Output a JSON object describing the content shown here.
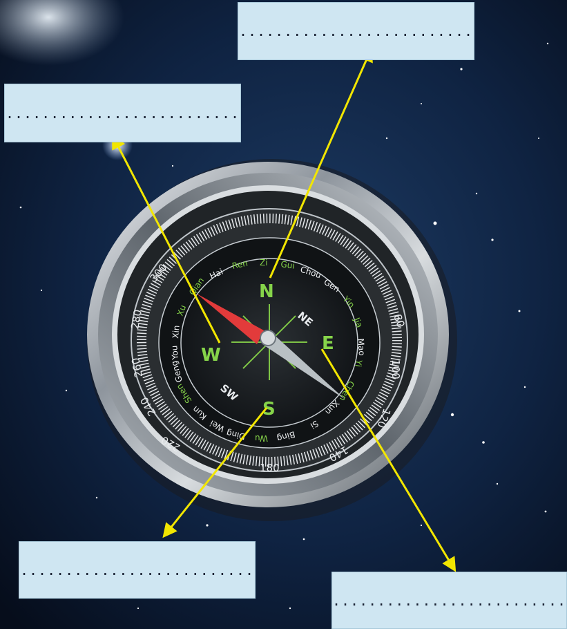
{
  "answer_boxes": {
    "top_left": "..........................",
    "top_right": "..........................",
    "bottom_left": "..........................",
    "bottom_right": ".........................."
  },
  "compass": {
    "cardinals": {
      "north": "N",
      "east": "E",
      "south": "S",
      "west": "W"
    },
    "intercardinals": {
      "ne": "NE",
      "sw": "SW"
    },
    "degree_labels": [
      "300",
      "280",
      "260",
      "240",
      "220",
      "180",
      "140",
      "120",
      "100",
      "80"
    ],
    "ring_labels": [
      "Hai",
      "Ren",
      "Zi",
      "Gui",
      "Chou",
      "Gen",
      "Yin",
      "Jia",
      "Mao",
      "Yi",
      "Chen",
      "Xun",
      "Si",
      "Bing",
      "Wu",
      "Ding",
      "Wei",
      "Kun",
      "Shen",
      "Geng",
      "You",
      "Xin",
      "Xu",
      "Qian"
    ]
  },
  "colors": {
    "arrow": "#f2e600",
    "label_box": "#cfe6f2",
    "needle_north": "#e23b3b",
    "needle_south": "#b9c0c4",
    "cardinal_text": "#86d44a"
  }
}
